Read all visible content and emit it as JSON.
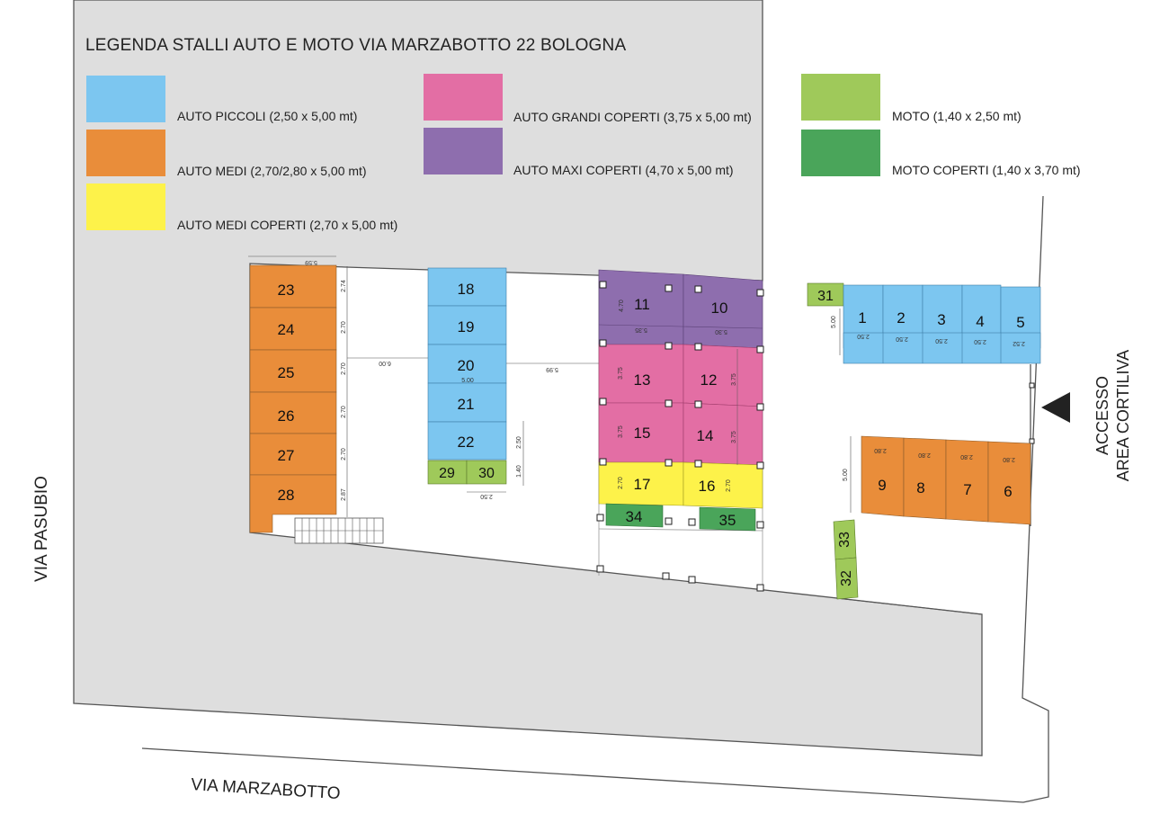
{
  "legend": {
    "title": "LEGENDA STALLI AUTO E MOTO VIA MARZABOTTO 22 BOLOGNA",
    "items": [
      {
        "label": "AUTO PICCOLI (2,50 x 5,00 mt)",
        "color": "#7cc6f0"
      },
      {
        "label": "AUTO MEDI (2,70/2,80 x 5,00 mt)",
        "color": "#e98d3a"
      },
      {
        "label": "AUTO MEDI COPERTI (2,70 x 5,00 mt)",
        "color": "#fdf24a"
      },
      {
        "label": "AUTO GRANDI COPERTI (3,75 x 5,00 mt)",
        "color": "#e36ea4"
      },
      {
        "label": "AUTO MAXI COPERTI (4,70 x 5,00 mt)",
        "color": "#8e6eae"
      },
      {
        "label": "MOTO (1,40 x 2,50 mt)",
        "color": "#9fc95a"
      },
      {
        "label": "MOTO COPERTI (1,40 x 3,70 mt)",
        "color": "#4aa55a"
      }
    ]
  },
  "streets": {
    "pasubio": "VIA PASUBIO",
    "marzabotto": "VIA MARZABOTTO",
    "access_line1": "ACCESSO",
    "access_line2": "AREA CORTILIVA"
  },
  "stalls": {
    "s1": "1",
    "s2": "2",
    "s3": "3",
    "s4": "4",
    "s5": "5",
    "s6": "6",
    "s7": "7",
    "s8": "8",
    "s9": "9",
    "s10": "10",
    "s11": "11",
    "s12": "12",
    "s13": "13",
    "s14": "14",
    "s15": "15",
    "s16": "16",
    "s17": "17",
    "s18": "18",
    "s19": "19",
    "s20": "20",
    "s21": "21",
    "s22": "22",
    "s23": "23",
    "s24": "24",
    "s25": "25",
    "s26": "26",
    "s27": "27",
    "s28": "28",
    "s29": "29",
    "s30": "30",
    "s31": "31",
    "s32": "32",
    "s33": "33",
    "s34": "34",
    "s35": "35"
  },
  "dimensions": {
    "d_left_top": "5.59",
    "d274": "2.74",
    "d270": "2.70",
    "d287": "2.87",
    "d600": "6.00",
    "d599": "5.99",
    "d500": "5.00",
    "d250": "2.50",
    "d140": "1.40",
    "d470": "4.70",
    "d535": "5.35",
    "d530": "5.30",
    "d375": "3.75",
    "d252": "2.52",
    "d280": "2.80"
  }
}
